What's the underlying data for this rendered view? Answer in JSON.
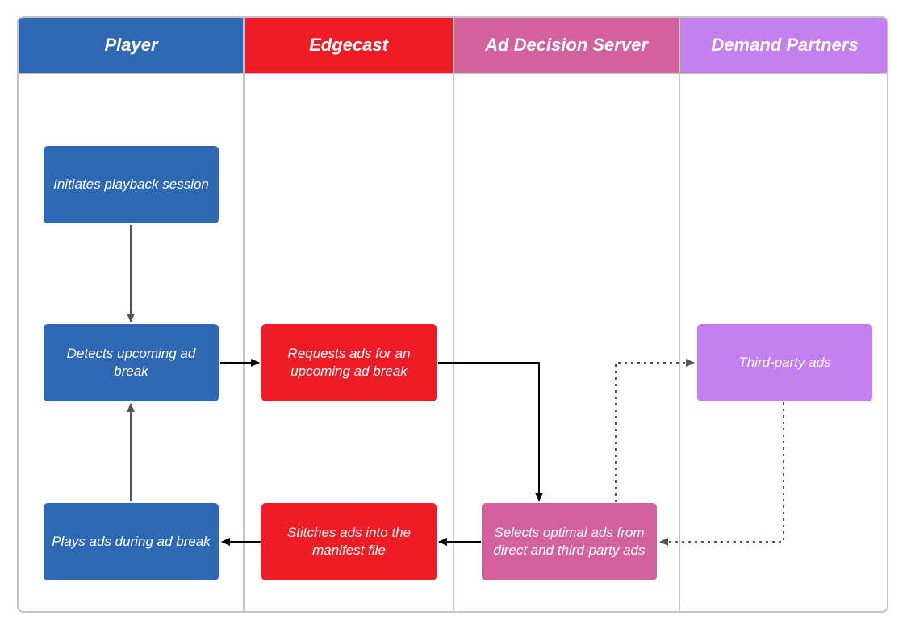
{
  "colors": {
    "player": "#2e67b3",
    "edgecast": "#ee1c25",
    "ads": "#d3629c",
    "demand": "#c47fef",
    "border": "#c4c4c4",
    "arrow_solid": "#000000",
    "arrow_gray": "#555555"
  },
  "lanes": [
    {
      "name": "Player"
    },
    {
      "name": "Edgecast"
    },
    {
      "name": "Ad Decision Server"
    },
    {
      "name": "Demand Partners"
    }
  ],
  "nodes": {
    "initiates": {
      "label": "Initiates playback session"
    },
    "detects": {
      "label": "Detects upcoming ad break"
    },
    "plays": {
      "label": "Plays ads during ad break"
    },
    "requests": {
      "label": "Requests ads for an upcoming ad break"
    },
    "stitches": {
      "label": "Stitches ads into the manifest file"
    },
    "selects": {
      "label": "Selects optimal ads from direct and third-party ads"
    },
    "thirdparty": {
      "label": "Third-party ads"
    }
  }
}
